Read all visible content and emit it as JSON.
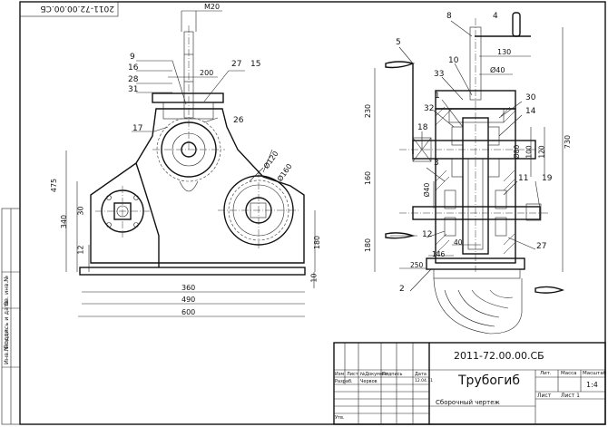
{
  "designation": "2011-72.00.00.СБ",
  "designation_rotated": "2011-72.00.00.СБ",
  "title": "Трубогиб",
  "doc_type": "Сборочный чертеж",
  "scale": "1:4",
  "sheet_num": "Лист 1",
  "sheet_label": "Лист",
  "title_block": {
    "izm": "Изм",
    "list": "Лист",
    "ndoc": "№Документ",
    "podp": "Подпись",
    "data": "Дата",
    "razrab": "Разраб.",
    "razrab_name": "Червов",
    "razrab_date": "12.04.11",
    "utv": "Утв.",
    "lit": "Лит.",
    "massa": "Масса",
    "masshtab": "Масштаб"
  },
  "side_stamp": {
    "inv_podl": "Инв.№подл.",
    "podp_data": "Подпись и дата",
    "vz_inv": "Вз. инв.№"
  },
  "dims": {
    "m20": "М20",
    "d200": "200",
    "d475": "475",
    "d340": "340",
    "d30": "30",
    "d12": "12",
    "d360": "360",
    "d490": "490",
    "d600": "600",
    "d180a": "180",
    "d10": "10",
    "phi120": "Ø120",
    "phi160": "Ø160",
    "d130": "130",
    "phi40": "Ø40",
    "d230": "230",
    "d160": "160",
    "d180b": "180",
    "d250": "250",
    "d146": "146",
    "d40": "40",
    "phi40b": "Ø40",
    "phi80": "Ø80",
    "d100": "100",
    "d120": "120",
    "d730": "730"
  },
  "positions_left": [
    "9",
    "16",
    "28",
    "31",
    "27",
    "15",
    "17",
    "26"
  ],
  "positions_right": [
    "8",
    "4",
    "5",
    "10",
    "33",
    "1",
    "30",
    "32",
    "14",
    "18",
    "3",
    "11",
    "19",
    "12",
    "27",
    "2"
  ]
}
